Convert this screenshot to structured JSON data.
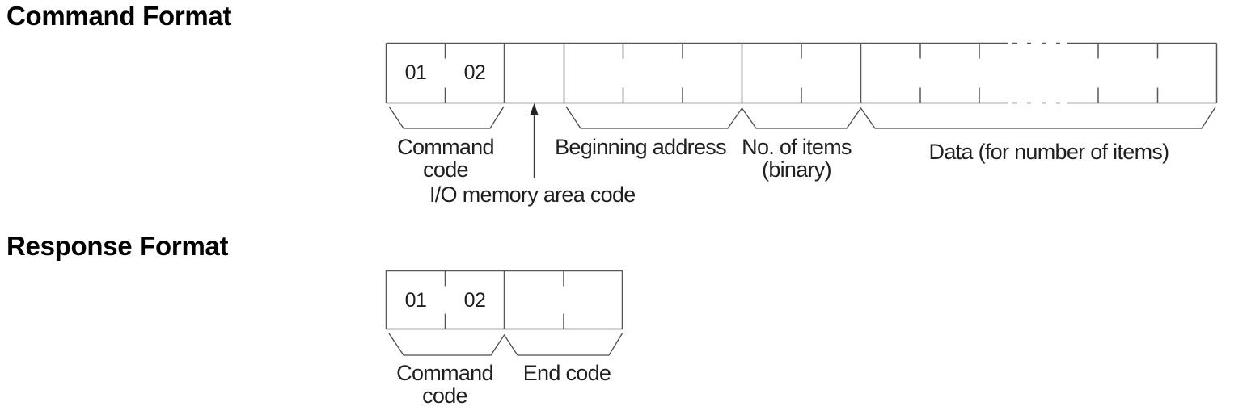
{
  "colors": {
    "background": "#ffffff",
    "line": "#575757",
    "brace_line": "#4a4a4a",
    "text": "#1f1f1f",
    "heading_text": "#000000"
  },
  "command_format": {
    "heading": "Command Format",
    "byte1": "01",
    "byte2": "02",
    "labels": {
      "command_code": [
        "Command",
        "code"
      ],
      "io_memory_area_code": "I/O memory area code",
      "beginning_address": "Beginning address",
      "no_of_items": [
        "No. of items",
        "(binary)"
      ],
      "data": "Data (for number of items)"
    }
  },
  "response_format": {
    "heading": "Response Format",
    "byte1": "01",
    "byte2": "02",
    "labels": {
      "command_code": [
        "Command",
        "code"
      ],
      "end_code": "End code"
    }
  }
}
